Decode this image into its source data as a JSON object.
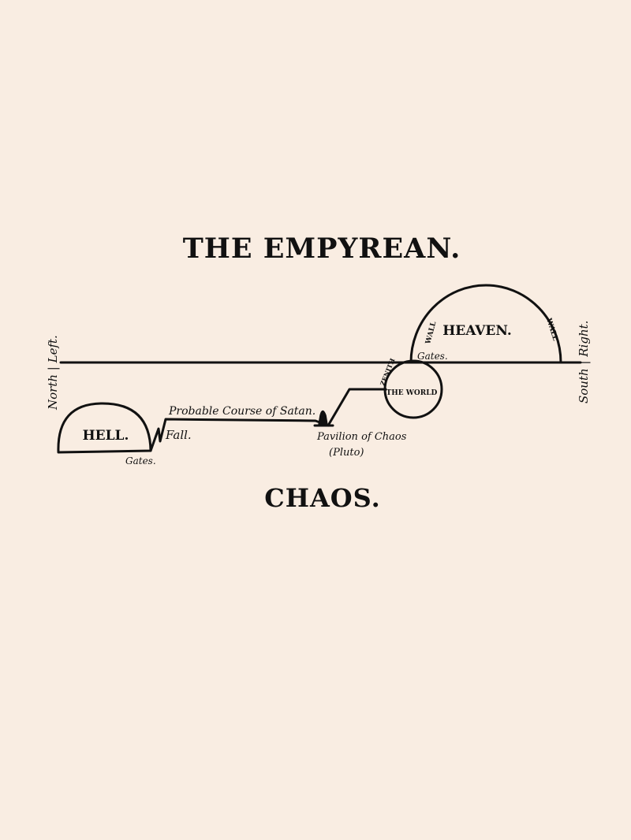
{
  "titles": {
    "top": "THE EMPYREAN.",
    "bottom": "CHAOS."
  },
  "sides": {
    "left": "North | Left.",
    "right": "South | Right."
  },
  "heaven": {
    "label": "HEAVEN.",
    "wall_left": "WALL",
    "wall_right": "WALL",
    "gates": "Gates."
  },
  "world": {
    "label": "THE WORLD",
    "zenith": "ZENITH"
  },
  "hell": {
    "label": "HELL.",
    "gates": "Gates."
  },
  "path": {
    "fall": "Fall.",
    "course": "Probable Course of Satan.",
    "pavilion": "Pavilion of Chaos",
    "pluto": "(Pluto)"
  }
}
